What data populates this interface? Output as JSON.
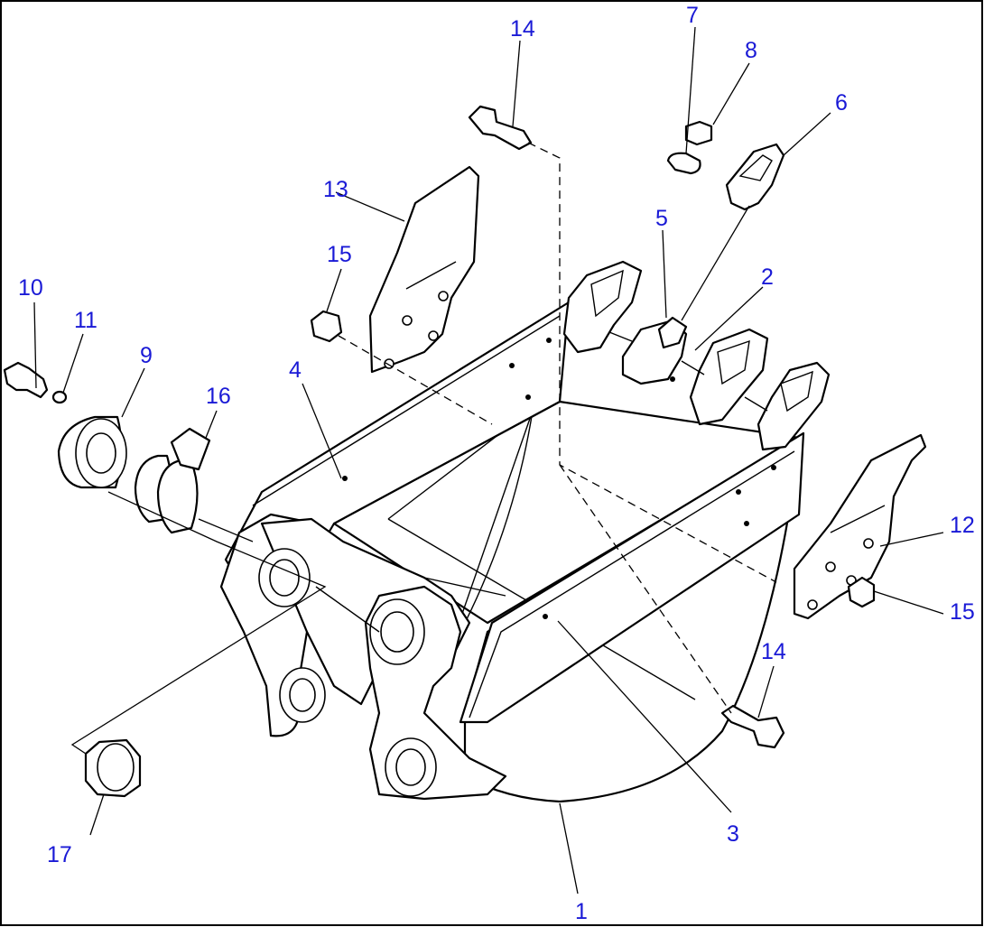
{
  "diagram": {
    "border_color": "#000000",
    "callout_color": "#1a1ad6",
    "callouts": [
      {
        "id": "c14a",
        "text": "14"
      },
      {
        "id": "c7",
        "text": "7"
      },
      {
        "id": "c8",
        "text": "8"
      },
      {
        "id": "c6",
        "text": "6"
      },
      {
        "id": "c13",
        "text": "13"
      },
      {
        "id": "c5",
        "text": "5"
      },
      {
        "id": "c2",
        "text": "2"
      },
      {
        "id": "c15a",
        "text": "15"
      },
      {
        "id": "c10",
        "text": "10"
      },
      {
        "id": "c11",
        "text": "11"
      },
      {
        "id": "c9",
        "text": "9"
      },
      {
        "id": "c16",
        "text": "16"
      },
      {
        "id": "c4",
        "text": "4"
      },
      {
        "id": "c12",
        "text": "12"
      },
      {
        "id": "c15b",
        "text": "15"
      },
      {
        "id": "c14b",
        "text": "14"
      },
      {
        "id": "c3",
        "text": "3"
      },
      {
        "id": "c17",
        "text": "17"
      },
      {
        "id": "c1",
        "text": "1"
      }
    ]
  }
}
